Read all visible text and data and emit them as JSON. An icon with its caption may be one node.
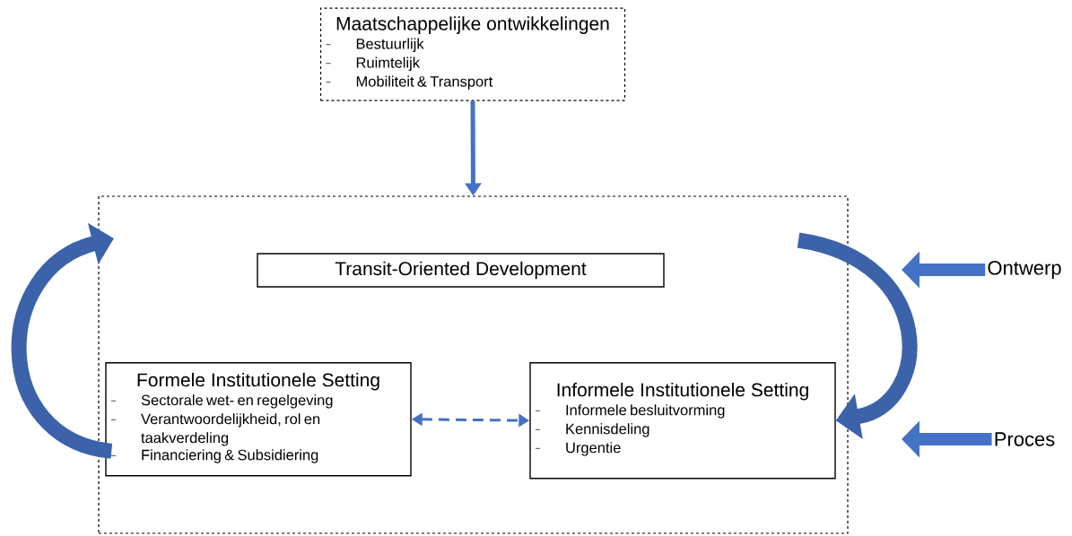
{
  "diagram": {
    "nodes": [
      {
        "text": [
          "Maatschappelijke ontwikkelingen",
          "Bestuurlijk",
          "Ruimtelijk",
          "Mobiliteit & Transport"
        ]
      },
      {
        "text": [],
        "shape": "box"
      },
      {
        "text": [
          "Transit-Oriented Development"
        ],
        "in": 1
      },
      {
        "text": [
          "Formele Institutionele Setting",
          "Sectorale wet- en regelgeving",
          "Verantwoordelijkheid, rol en taakverdeling",
          "Financiering & Subsidiering"
        ],
        "in": 1
      },
      {
        "text": [
          "Informele Institutionele Setting",
          "Informele besluitvorming",
          "Kennisdeling",
          "Urgentie"
        ],
        "in": 1
      },
      {
        "text": [
          "Ontwerp"
        ]
      },
      {
        "text": [
          "Proces"
        ]
      }
    ],
    "edges": [
      {
        "from": 0,
        "to": 1,
        "arrow": "to"
      },
      {
        "from": 3,
        "to": 4,
        "arrow": "both",
        "style": "dashed"
      },
      {
        "from": 3,
        "to": null,
        "arrow": "to"
      },
      {
        "from": null,
        "to": 4,
        "arrow": "to"
      },
      {
        "from": 5,
        "to": null,
        "arrow": "to"
      },
      {
        "from": 6,
        "to": null,
        "arrow": "to"
      }
    ]
  }
}
